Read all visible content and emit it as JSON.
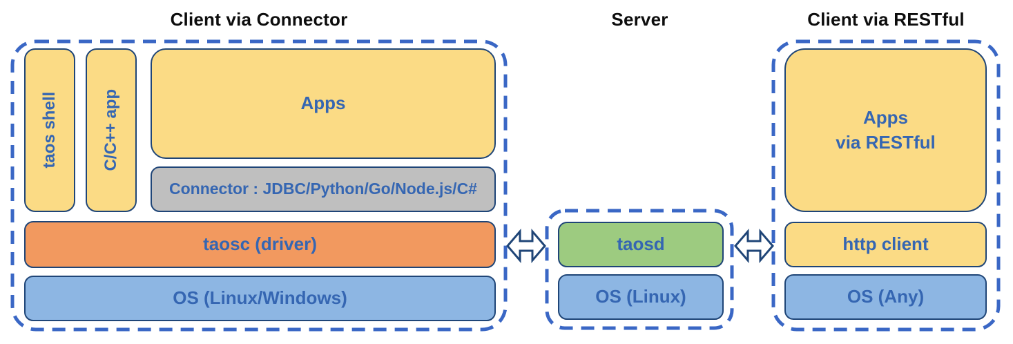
{
  "diagram": {
    "kind": "architecture-diagram",
    "sections": {
      "client_connector": {
        "title": "Client via Connector",
        "boxes": {
          "taos_shell": "taos shell",
          "cpp_app": "C/C++ app",
          "apps": "Apps",
          "connector": "Connector : JDBC/Python/Go/Node.js/C#",
          "taosc": "taosc (driver)",
          "os": "OS (Linux/Windows)"
        }
      },
      "server": {
        "title": "Server",
        "boxes": {
          "taosd": "taosd",
          "os": "OS (Linux)"
        }
      },
      "client_restful": {
        "title": "Client via RESTful",
        "boxes": {
          "apps": "Apps\nvia RESTful",
          "http_client": "http client",
          "os": "OS (Any)"
        }
      }
    },
    "links": {
      "left_arrow": "bidirectional-arrow",
      "right_arrow": "bidirectional-arrow"
    },
    "colors": {
      "box_yellow": "#fbdb85",
      "box_gray": "#bfbfbf",
      "box_orange": "#f2995f",
      "box_blue": "#8db6e3",
      "box_green": "#9dcb80",
      "box_border": "#1f4577",
      "label_blue": "#3566b2",
      "dashed_border_blue": "#3a67c5",
      "title_black": "#0d0d0d",
      "background": "#ffffff"
    }
  }
}
